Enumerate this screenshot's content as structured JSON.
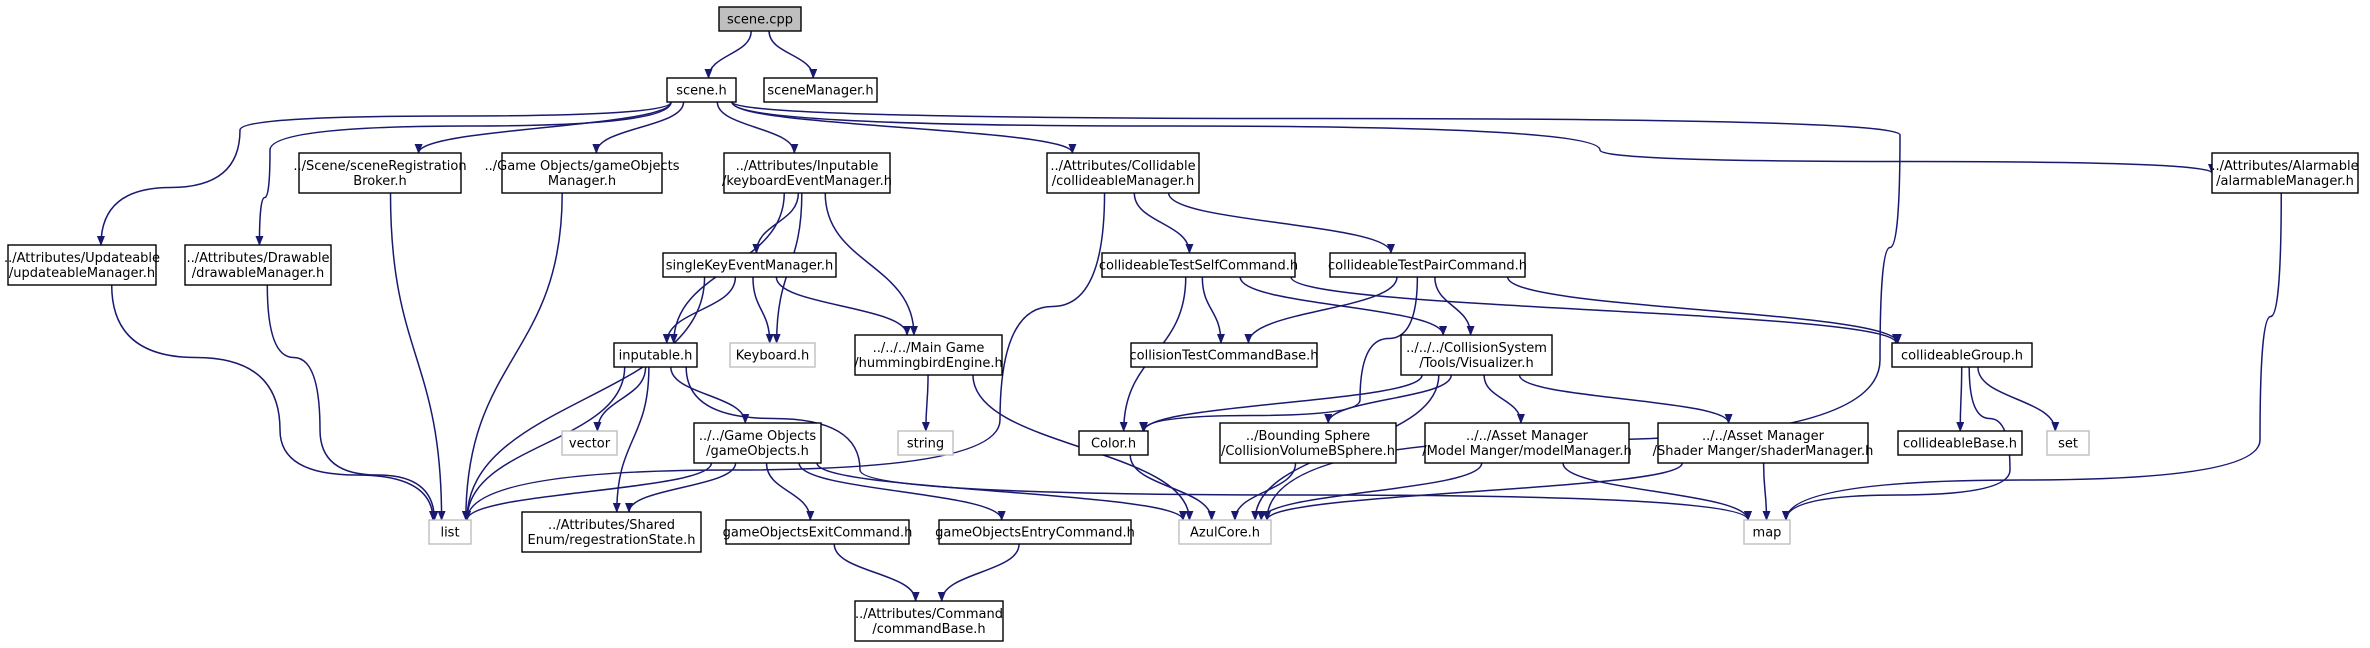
{
  "colors": {
    "edge": "#191970",
    "node_border": "#000000",
    "node_fill": "#ffffff",
    "root_fill": "#bfbfbf",
    "external_border": "#bfbfbf",
    "text": "#000000"
  },
  "nodes": [
    {
      "id": "scene_cpp",
      "lines": [
        "scene.cpp"
      ],
      "kind": "root"
    },
    {
      "id": "scene_h",
      "lines": [
        "scene.h"
      ],
      "kind": "normal"
    },
    {
      "id": "sceneManager_h",
      "lines": [
        "sceneManager.h"
      ],
      "kind": "normal"
    },
    {
      "id": "sceneRegBroker",
      "lines": [
        "../Scene/sceneRegistration",
        "Broker.h"
      ],
      "kind": "normal"
    },
    {
      "id": "gameObjectsManager",
      "lines": [
        "../Game Objects/gameObjects",
        "Manager.h"
      ],
      "kind": "normal"
    },
    {
      "id": "keyboardEventManager",
      "lines": [
        "../Attributes/Inputable",
        "/keyboardEventManager.h"
      ],
      "kind": "normal"
    },
    {
      "id": "collideableManager",
      "lines": [
        "../Attributes/Collidable",
        "/collideableManager.h"
      ],
      "kind": "normal"
    },
    {
      "id": "alarmableManager",
      "lines": [
        "../Attributes/Alarmable",
        "/alarmableManager.h"
      ],
      "kind": "normal"
    },
    {
      "id": "updateableManager",
      "lines": [
        "../Attributes/Updateable",
        "/updateableManager.h"
      ],
      "kind": "normal"
    },
    {
      "id": "drawableManager",
      "lines": [
        "../Attributes/Drawable",
        "/drawableManager.h"
      ],
      "kind": "normal"
    },
    {
      "id": "singleKeyEventManager",
      "lines": [
        "singleKeyEventManager.h"
      ],
      "kind": "normal"
    },
    {
      "id": "collideableTestSelfCommand",
      "lines": [
        "collideableTestSelfCommand.h"
      ],
      "kind": "normal"
    },
    {
      "id": "collideableTestPairCommand",
      "lines": [
        "collideableTestPairCommand.h"
      ],
      "kind": "normal"
    },
    {
      "id": "inputable_h",
      "lines": [
        "inputable.h"
      ],
      "kind": "normal"
    },
    {
      "id": "keyboard_h",
      "lines": [
        "Keyboard.h"
      ],
      "kind": "external"
    },
    {
      "id": "hummingbirdEngine",
      "lines": [
        "../../../Main Game",
        "/hummingbirdEngine.h"
      ],
      "kind": "normal"
    },
    {
      "id": "collisionTestCommandBase",
      "lines": [
        "collisionTestCommandBase.h"
      ],
      "kind": "normal"
    },
    {
      "id": "visualizer",
      "lines": [
        "../../../CollisionSystem",
        "/Tools/Visualizer.h"
      ],
      "kind": "normal"
    },
    {
      "id": "collideableGroup",
      "lines": [
        "collideableGroup.h"
      ],
      "kind": "normal"
    },
    {
      "id": "vector",
      "lines": [
        "vector"
      ],
      "kind": "external"
    },
    {
      "id": "gameObjects_h",
      "lines": [
        "../../Game Objects",
        "/gameObjects.h"
      ],
      "kind": "normal"
    },
    {
      "id": "string",
      "lines": [
        "string"
      ],
      "kind": "external"
    },
    {
      "id": "color_h",
      "lines": [
        "Color.h"
      ],
      "kind": "normal"
    },
    {
      "id": "boundingSphere",
      "lines": [
        "../Bounding Sphere",
        "/CollisionVolumeBSphere.h"
      ],
      "kind": "normal"
    },
    {
      "id": "modelManager",
      "lines": [
        "../../Asset Manager",
        "/Model Manger/modelManager.h"
      ],
      "kind": "normal"
    },
    {
      "id": "shaderManager",
      "lines": [
        "../../Asset Manager",
        "/Shader Manger/shaderManager.h"
      ],
      "kind": "normal"
    },
    {
      "id": "collideableBase",
      "lines": [
        "collideableBase.h"
      ],
      "kind": "normal"
    },
    {
      "id": "set",
      "lines": [
        "set"
      ],
      "kind": "external"
    },
    {
      "id": "list",
      "lines": [
        "list"
      ],
      "kind": "external"
    },
    {
      "id": "regState",
      "lines": [
        "../Attributes/Shared",
        "Enum/regestrationState.h"
      ],
      "kind": "normal"
    },
    {
      "id": "exitCommand",
      "lines": [
        "gameObjectsExitCommand.h"
      ],
      "kind": "normal"
    },
    {
      "id": "entryCommand",
      "lines": [
        "gameObjectsEntryCommand.h"
      ],
      "kind": "normal"
    },
    {
      "id": "azulCore",
      "lines": [
        "AzulCore.h"
      ],
      "kind": "external"
    },
    {
      "id": "map",
      "lines": [
        "map"
      ],
      "kind": "external"
    },
    {
      "id": "commandBase",
      "lines": [
        "../Attributes/Command",
        "/commandBase.h"
      ],
      "kind": "normal"
    }
  ],
  "edges": [
    [
      "scene_cpp",
      "scene_h"
    ],
    [
      "scene_cpp",
      "sceneManager_h"
    ],
    [
      "scene_h",
      "updateableManager"
    ],
    [
      "scene_h",
      "drawableManager"
    ],
    [
      "scene_h",
      "sceneRegBroker"
    ],
    [
      "scene_h",
      "gameObjectsManager"
    ],
    [
      "scene_h",
      "keyboardEventManager"
    ],
    [
      "scene_h",
      "collideableManager"
    ],
    [
      "scene_h",
      "alarmableManager"
    ],
    [
      "scene_h",
      "azulCore"
    ],
    [
      "updateableManager",
      "list"
    ],
    [
      "drawableManager",
      "list"
    ],
    [
      "sceneRegBroker",
      "list"
    ],
    [
      "gameObjectsManager",
      "list"
    ],
    [
      "keyboardEventManager",
      "singleKeyEventManager"
    ],
    [
      "keyboardEventManager",
      "inputable_h"
    ],
    [
      "keyboardEventManager",
      "keyboard_h"
    ],
    [
      "keyboardEventManager",
      "hummingbirdEngine"
    ],
    [
      "collideableManager",
      "collideableTestSelfCommand"
    ],
    [
      "collideableManager",
      "collideableTestPairCommand"
    ],
    [
      "collideableManager",
      "list"
    ],
    [
      "alarmableManager",
      "map"
    ],
    [
      "singleKeyEventManager",
      "inputable_h"
    ],
    [
      "singleKeyEventManager",
      "keyboard_h"
    ],
    [
      "singleKeyEventManager",
      "hummingbirdEngine"
    ],
    [
      "singleKeyEventManager",
      "list"
    ],
    [
      "collideableTestSelfCommand",
      "collisionTestCommandBase"
    ],
    [
      "collideableTestSelfCommand",
      "visualizer"
    ],
    [
      "collideableTestSelfCommand",
      "color_h"
    ],
    [
      "collideableTestSelfCommand",
      "collideableGroup"
    ],
    [
      "collideableTestPairCommand",
      "collisionTestCommandBase"
    ],
    [
      "collideableTestPairCommand",
      "visualizer"
    ],
    [
      "collideableTestPairCommand",
      "color_h"
    ],
    [
      "collideableTestPairCommand",
      "collideableGroup"
    ],
    [
      "inputable_h",
      "vector"
    ],
    [
      "inputable_h",
      "gameObjects_h"
    ],
    [
      "inputable_h",
      "list"
    ],
    [
      "inputable_h",
      "regState"
    ],
    [
      "inputable_h",
      "map"
    ],
    [
      "hummingbirdEngine",
      "string"
    ],
    [
      "hummingbirdEngine",
      "azulCore"
    ],
    [
      "visualizer",
      "color_h"
    ],
    [
      "visualizer",
      "boundingSphere"
    ],
    [
      "visualizer",
      "modelManager"
    ],
    [
      "visualizer",
      "shaderManager"
    ],
    [
      "visualizer",
      "azulCore"
    ],
    [
      "collideableGroup",
      "collideableBase"
    ],
    [
      "collideableGroup",
      "set"
    ],
    [
      "collideableGroup",
      "map"
    ],
    [
      "gameObjects_h",
      "list"
    ],
    [
      "gameObjects_h",
      "regState"
    ],
    [
      "gameObjects_h",
      "exitCommand"
    ],
    [
      "gameObjects_h",
      "entryCommand"
    ],
    [
      "gameObjects_h",
      "azulCore"
    ],
    [
      "color_h",
      "azulCore"
    ],
    [
      "boundingSphere",
      "azulCore"
    ],
    [
      "modelManager",
      "azulCore"
    ],
    [
      "modelManager",
      "map"
    ],
    [
      "shaderManager",
      "azulCore"
    ],
    [
      "shaderManager",
      "map"
    ],
    [
      "exitCommand",
      "commandBase"
    ],
    [
      "entryCommand",
      "commandBase"
    ]
  ]
}
